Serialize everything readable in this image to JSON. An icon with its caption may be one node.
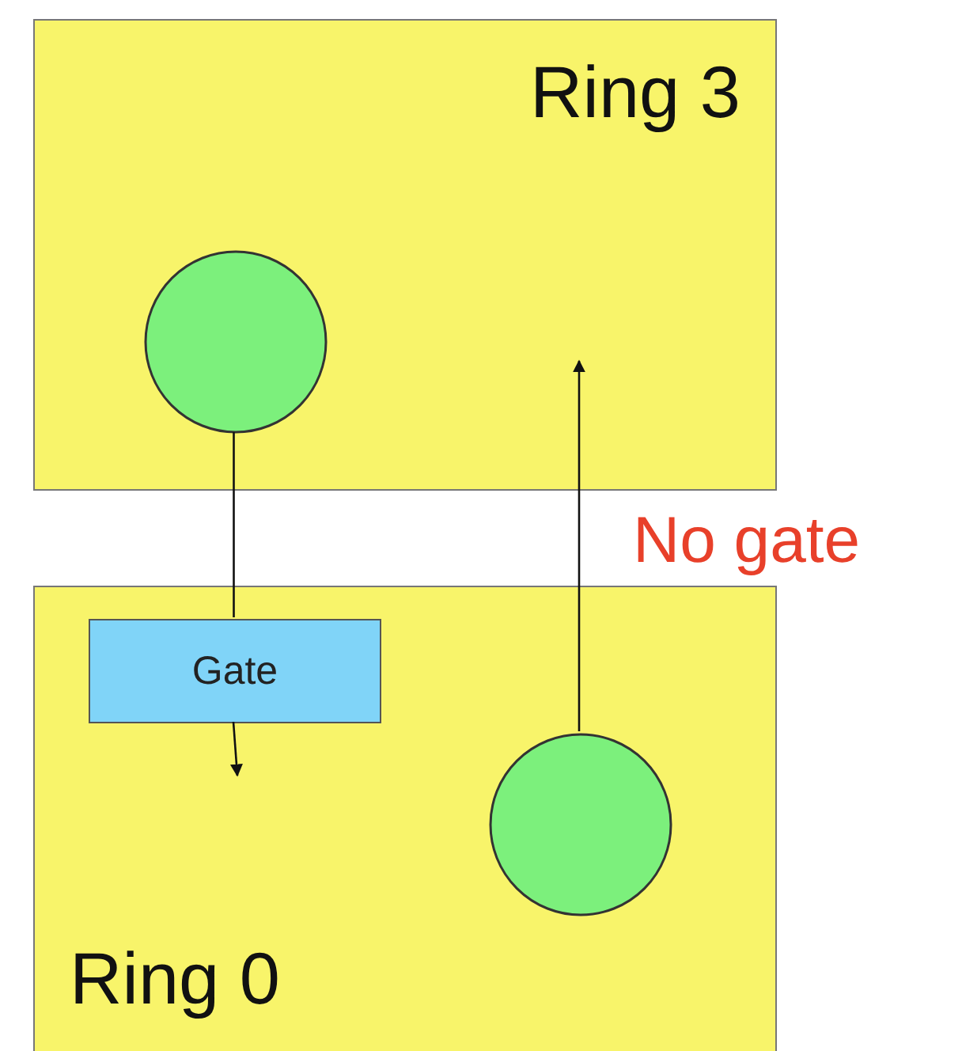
{
  "diagram": {
    "nodes": [
      {
        "text": [
          "Ring 3"
        ]
      },
      {
        "text": [],
        "shape": "circle",
        "in": 0
      },
      {
        "text": [
          "Ring 0"
        ]
      },
      {
        "text": [
          "Gate"
        ],
        "in": 2
      },
      {
        "text": [],
        "shape": "circle",
        "in": 2
      }
    ],
    "edges": [
      {
        "from": 1,
        "to": 3,
        "arrow": "none"
      },
      {
        "from": 3,
        "to": null,
        "arrow": "to"
      },
      {
        "from": 4,
        "to": null,
        "arrow": "to"
      }
    ],
    "labels": [
      "No gate"
    ]
  }
}
